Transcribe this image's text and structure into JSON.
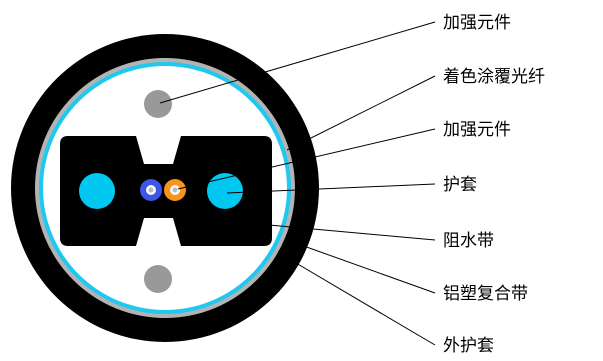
{
  "diagram": {
    "labels": [
      "加强元件",
      "着色涂覆光纤",
      "加强元件",
      "护套",
      "阻水带",
      "铝塑复合带",
      "外护套"
    ]
  },
  "colors": {
    "outer_sheath": "#000000",
    "aluminum_tape": "#b3b3b3",
    "water_blocking_tape": "#1ec8f0",
    "core_fill": "#ffffff",
    "inner_jacket": "#000000",
    "strength_member_gray": "#999999",
    "strength_member_cyan": "#00c8f0",
    "fiber_blue": "#3d55e8",
    "fiber_orange": "#f7941d"
  }
}
